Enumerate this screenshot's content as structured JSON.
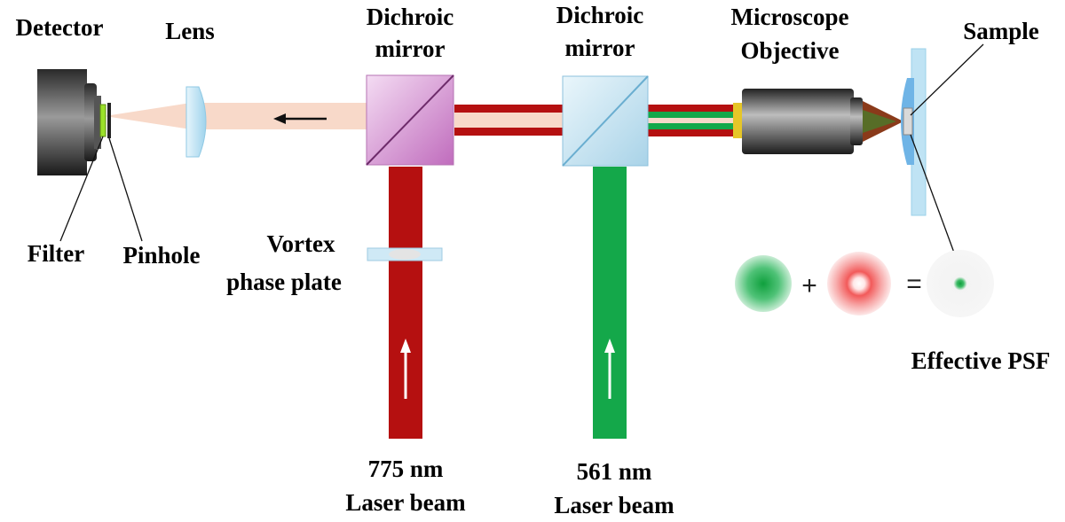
{
  "labels": {
    "detector": "Detector",
    "lens": "Lens",
    "dichroic_1_line1": "Dichroic",
    "dichroic_1_line2": "mirror",
    "dichroic_2_line1": "Dichroic",
    "dichroic_2_line2": "mirror",
    "objective_line1": "Microscope",
    "objective_line2": "Objective",
    "sample": "Sample",
    "filter": "Filter",
    "pinhole": "Pinhole",
    "vortex_line1": "Vortex",
    "vortex_line2": "phase plate",
    "effective_psf": "Effective PSF",
    "beam_775_line1": "775 nm",
    "beam_775_line2": "Laser beam",
    "beam_561_line1": "561 nm",
    "beam_561_line2": "Laser beam"
  },
  "psf_equation": {
    "plus": "+",
    "equals": "="
  },
  "colors": {
    "depletion_beam": "#b51010",
    "excitation_beam": "#14a84a",
    "fluorescence": "#f8d9c9",
    "dichroic_1": "#d58fd3",
    "dichroic_2": "#cfe7f3",
    "optics_blue": "#bfe3f4",
    "filter": "#9be22a"
  }
}
